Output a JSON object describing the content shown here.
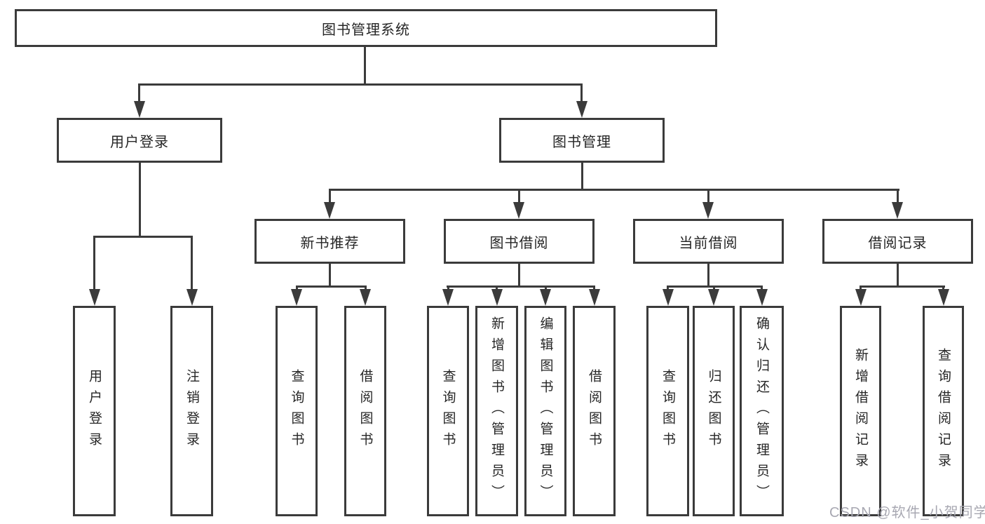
{
  "tree": {
    "root": {
      "label": "图书管理系统"
    },
    "branches": [
      {
        "label": "用户登录",
        "children": [
          {
            "label": "用户登录"
          },
          {
            "label": "注销登录"
          }
        ]
      },
      {
        "label": "图书管理",
        "children": [
          {
            "label": "新书推荐",
            "children": [
              {
                "label": "查询图书"
              },
              {
                "label": "借阅图书"
              }
            ]
          },
          {
            "label": "图书借阅",
            "children": [
              {
                "label": "查询图书"
              },
              {
                "label": "新增图书（管理员）"
              },
              {
                "label": "编辑图书（管理员）"
              },
              {
                "label": "借阅图书"
              }
            ]
          },
          {
            "label": "当前借阅",
            "children": [
              {
                "label": "查询图书"
              },
              {
                "label": "归还图书"
              },
              {
                "label": "确认归还（管理员）"
              }
            ]
          },
          {
            "label": "借阅记录",
            "children": [
              {
                "label": "新增借阅记录"
              },
              {
                "label": "查询借阅记录"
              }
            ]
          }
        ]
      }
    ]
  },
  "watermark": {
    "text": "CSDN @软件_小贺同学"
  },
  "colors": {
    "line": "#3b3b3b",
    "text": "#262626",
    "background": "#ffffff",
    "watermark": "#a8a8b2"
  }
}
